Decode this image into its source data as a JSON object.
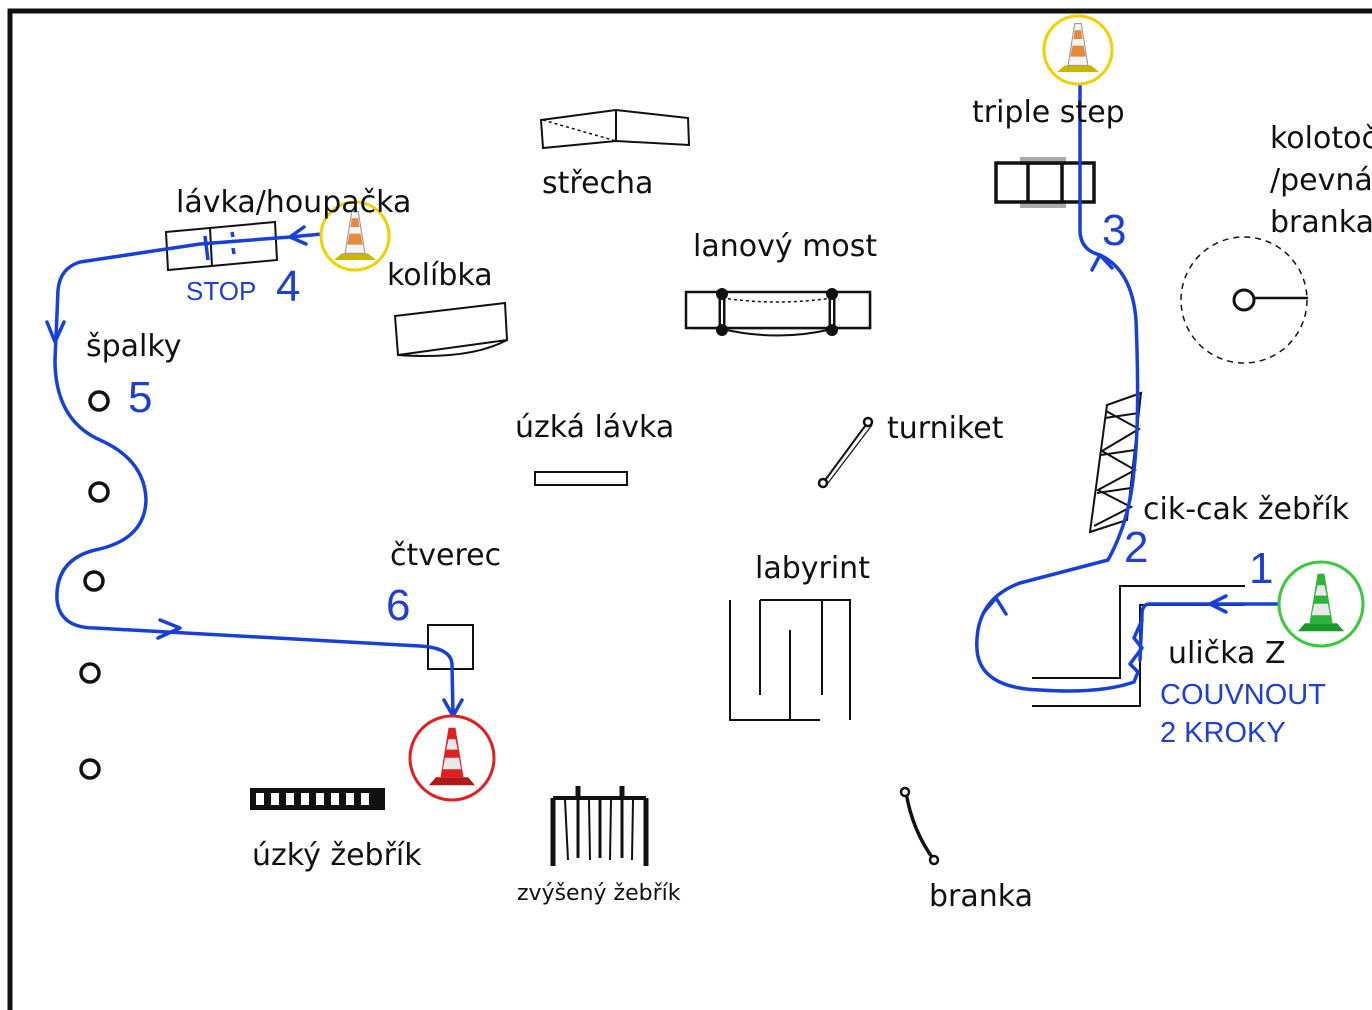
{
  "labels": {
    "lavka_houpacka": "lávka/houpačka",
    "strecha": "střecha",
    "triple_step": "triple step",
    "kolotoc_line1": "kolotoč",
    "kolotoc_line2": "/pevná",
    "kolotoc_line3": "branka",
    "kolibka": "kolíbka",
    "lanovy_most": "lanový most",
    "spalky": "špalky",
    "uzka_lavka": "úzká lávka",
    "turniket": "turniket",
    "cik_cak_zebrik": "cik-cak žebřík",
    "ctverec": "čtverec",
    "labyrint": "labyrint",
    "ulicka_z": "ulička Z",
    "uzky_zebrik": "úzký žebřík",
    "zvyseny_zebrik": "zvýšený žebřík",
    "branka": "branka"
  },
  "route": {
    "step1": "1",
    "step2": "2",
    "step3": "3",
    "step4": "4",
    "step5": "5",
    "step6": "6",
    "stop_note": "STOP",
    "back_note_line1": "COUVNOUT",
    "back_note_line2": "2 KROKY"
  },
  "cones": [
    {
      "role": "start",
      "ring_color": "#3cc83c",
      "icon": "traffic-cone-icon"
    },
    {
      "role": "waypoint",
      "ring_color": "#f0d000",
      "icon": "traffic-cone-icon"
    },
    {
      "role": "waypoint",
      "ring_color": "#f0d000",
      "icon": "traffic-cone-icon"
    },
    {
      "role": "finish",
      "ring_color": "#e02020",
      "icon": "traffic-cone-icon"
    }
  ],
  "colors": {
    "route": "#1740d8",
    "route_text": "#1f3fd0",
    "equipment": "#111111",
    "start": "#3cc83c",
    "waypoint": "#f0d000",
    "finish": "#e02020"
  }
}
